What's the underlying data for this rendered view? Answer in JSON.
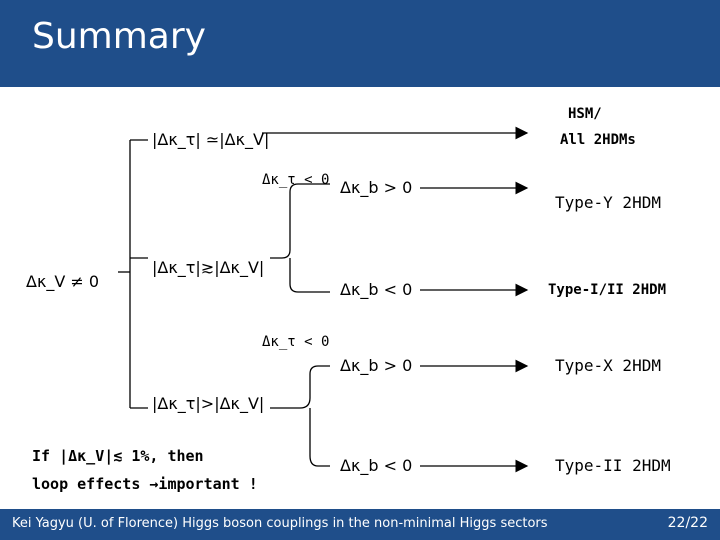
{
  "slide": {
    "title": "Summary",
    "footer_text": "Kei Yagyu (U. of Florence)  Higgs boson couplings in the non-minimal Higgs sectors",
    "page_number": "22/22"
  },
  "diagram": {
    "root": "Δκ_V ≠ 0",
    "branches": {
      "equal": "|Δκ_τ| ≃|Δκ_V|",
      "greater_approx": "|Δκ_τ|≳|Δκ_V|",
      "greater": "|Δκ_τ|>|Δκ_V|"
    },
    "conditions": {
      "tau_neg_upper": "Δκ_τ < 0",
      "tau_neg_lower": "Δκ_τ < 0",
      "b_pos_upper": "Δκ_b > 0",
      "b_neg_upper": "Δκ_b < 0",
      "b_pos_lower": "Δκ_b > 0",
      "b_neg_lower": "Δκ_b < 0"
    },
    "results": {
      "hsm_line1": "HSM/",
      "hsm_line2": "All 2HDMs",
      "type_y": "Type-Y 2HDM",
      "type_i_ii": "Type-I/II 2HDM",
      "type_x": "Type-X 2HDM",
      "type_ii": "Type-II 2HDM"
    },
    "note_line1": "If |Δκ_V|≲ 1%, then",
    "note_line2": "loop effects →important !"
  }
}
